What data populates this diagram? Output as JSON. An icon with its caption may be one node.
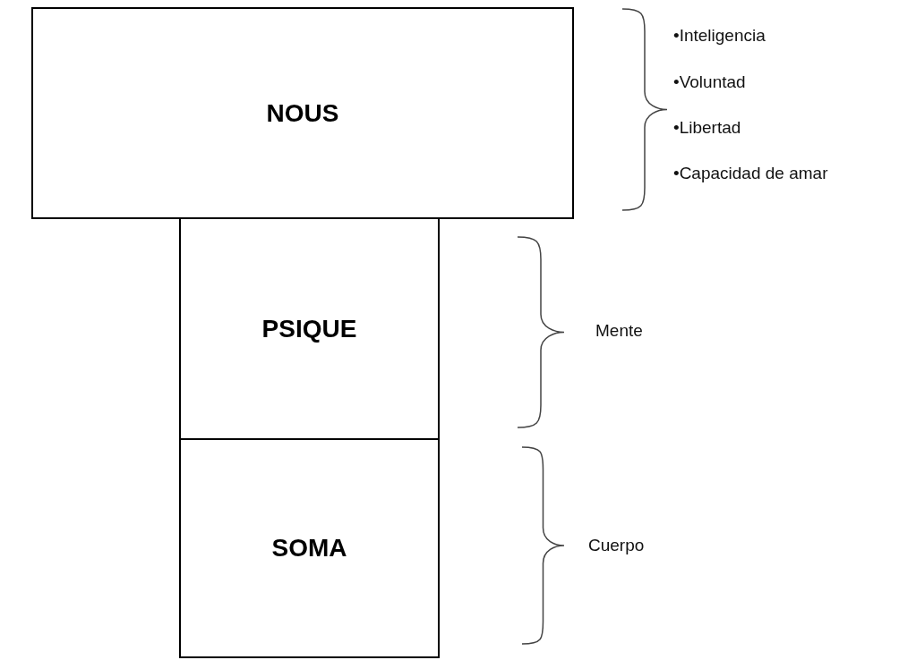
{
  "diagram": {
    "nodes": [
      {
        "text": [
          "NOUS"
        ],
        "beside": [
          "•Inteligencia",
          "•Voluntad",
          "•Libertad",
          "•Capacidad de amar"
        ]
      },
      {
        "text": [
          "PSIQUE"
        ]
      },
      {
        "text": [
          "SOMA"
        ]
      }
    ],
    "labels": [
      "Mente",
      "Cuerpo"
    ],
    "edges": []
  }
}
